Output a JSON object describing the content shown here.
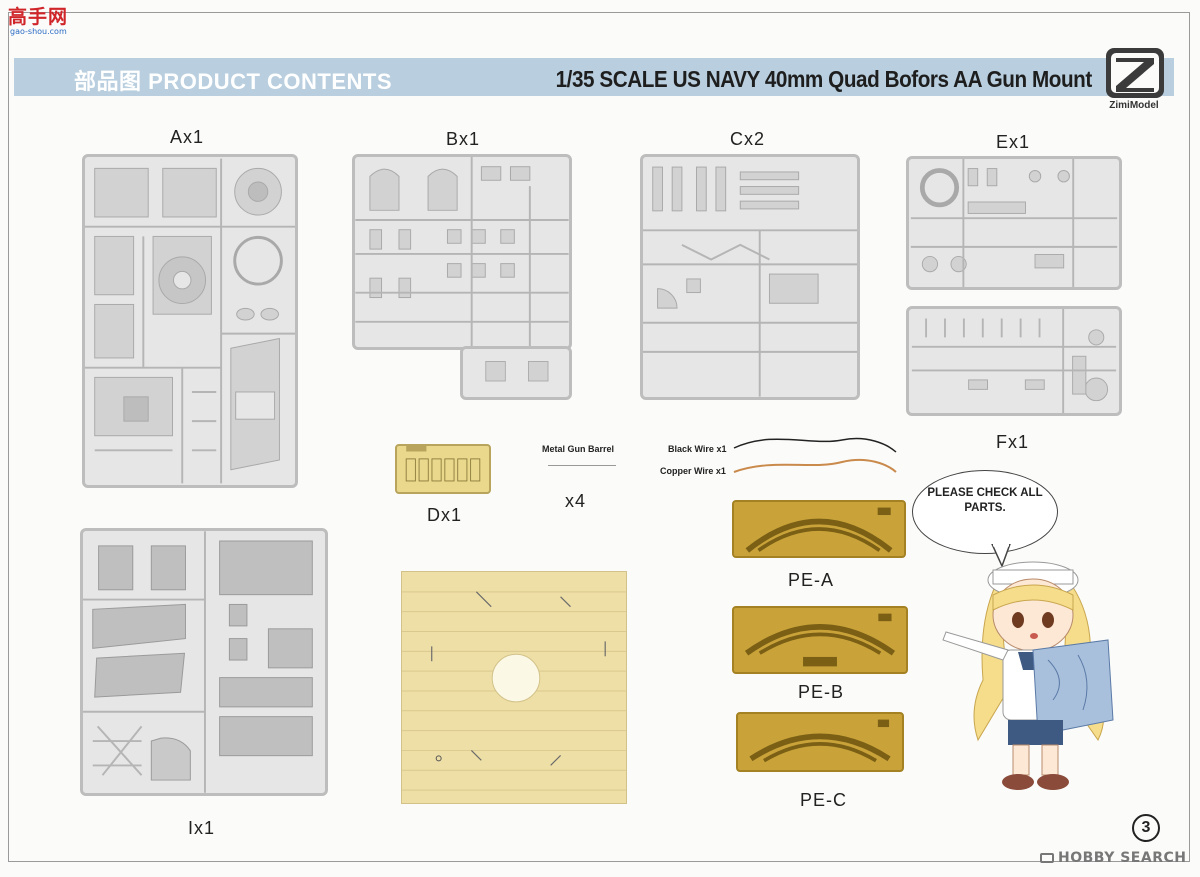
{
  "site_logo": {
    "main": "高手网",
    "sub": "gao-shou.com"
  },
  "header": {
    "title_cn": "部品图",
    "title_en": "PRODUCT CONTENTS",
    "product": "1/35 SCALE US NAVY 40mm Quad Bofors AA Gun Mount",
    "brand": "ZimiModel"
  },
  "sprues": {
    "a": "Ax1",
    "b": "Bx1",
    "c": "Cx2",
    "e": "Ex1",
    "f": "Fx1",
    "i": "Ix1",
    "d": "Dx1"
  },
  "extras": {
    "metal_barrel": "Metal Gun Barrel",
    "barrel_qty": "x4",
    "black_wire": "Black Wire x1",
    "copper_wire": "Copper Wire x1"
  },
  "photo_etch": [
    "PE-A",
    "PE-B",
    "PE-C"
  ],
  "mascot": {
    "speech": "PLEASE CHECK ALL PARTS."
  },
  "page_number": "3",
  "watermark": "HOBBY SEARCH",
  "colors": {
    "banner": "#b9cfdf",
    "sprue_gray": "#e6e6e6",
    "photo_etch_brass": "#c9a33a",
    "base_resin": "#eedfa6"
  }
}
